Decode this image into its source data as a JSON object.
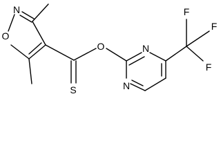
{
  "atoms": {
    "isoxazole_n": "N",
    "isoxazole_o": "O",
    "ester_o": "O",
    "thione_s": "S",
    "pyrimidine_n_top": "N",
    "pyrimidine_n_bottom": "N",
    "f_left": "F",
    "f_right": "F",
    "f_bottom": "F"
  }
}
